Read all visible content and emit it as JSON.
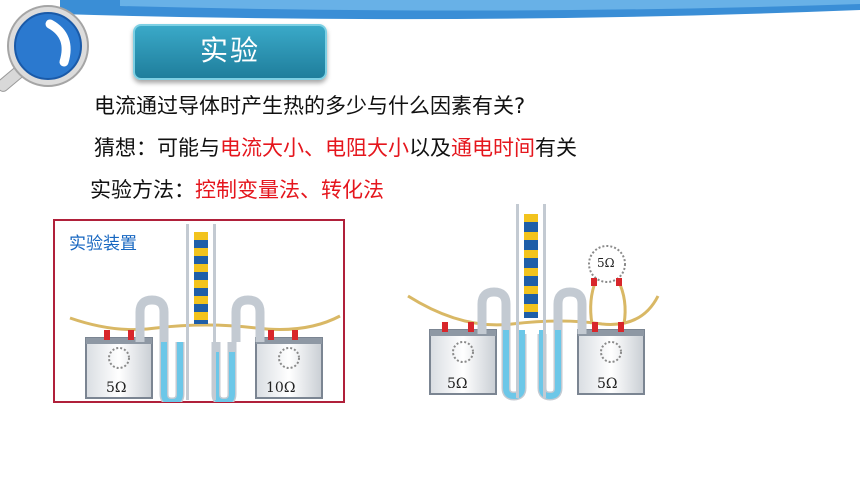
{
  "title": "实验",
  "question": "电流通过导体时产生热的多少与什么因素有关?",
  "guess": {
    "prefix": "猜想：可能与",
    "factor1": "电流大小",
    "sep": "、",
    "factor2": "电阻大小",
    "mid": "以及",
    "factor3": "通电时间",
    "suffix": "有关"
  },
  "method": {
    "prefix": "实验方法：",
    "value": "控制变量法、转化法"
  },
  "device_label": "实验装置",
  "setup1": {
    "left_resistor": "5Ω",
    "right_resistor": "10Ω"
  },
  "setup2": {
    "left_resistor": "5Ω",
    "right_resistor": "5Ω",
    "external_resistor": "5Ω"
  },
  "colors": {
    "accent": "#1f7e9c",
    "highlight": "#e5161d",
    "frame": "#b0203a",
    "label_blue": "#1666c0"
  }
}
